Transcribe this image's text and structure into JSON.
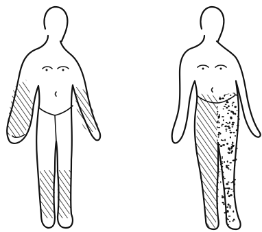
{
  "figures": [
    {
      "name": "left-figure",
      "hatched_regions": [
        "right-forearm",
        "left-forearm",
        "right-lower-leg",
        "left-lower-leg"
      ]
    },
    {
      "name": "right-figure",
      "hatched_regions": [
        "right-thigh",
        "right-leg"
      ],
      "stippled_regions": [
        "left-thigh",
        "left-leg"
      ]
    }
  ],
  "colors": {
    "ink": "#111111",
    "background": "#ffffff"
  }
}
